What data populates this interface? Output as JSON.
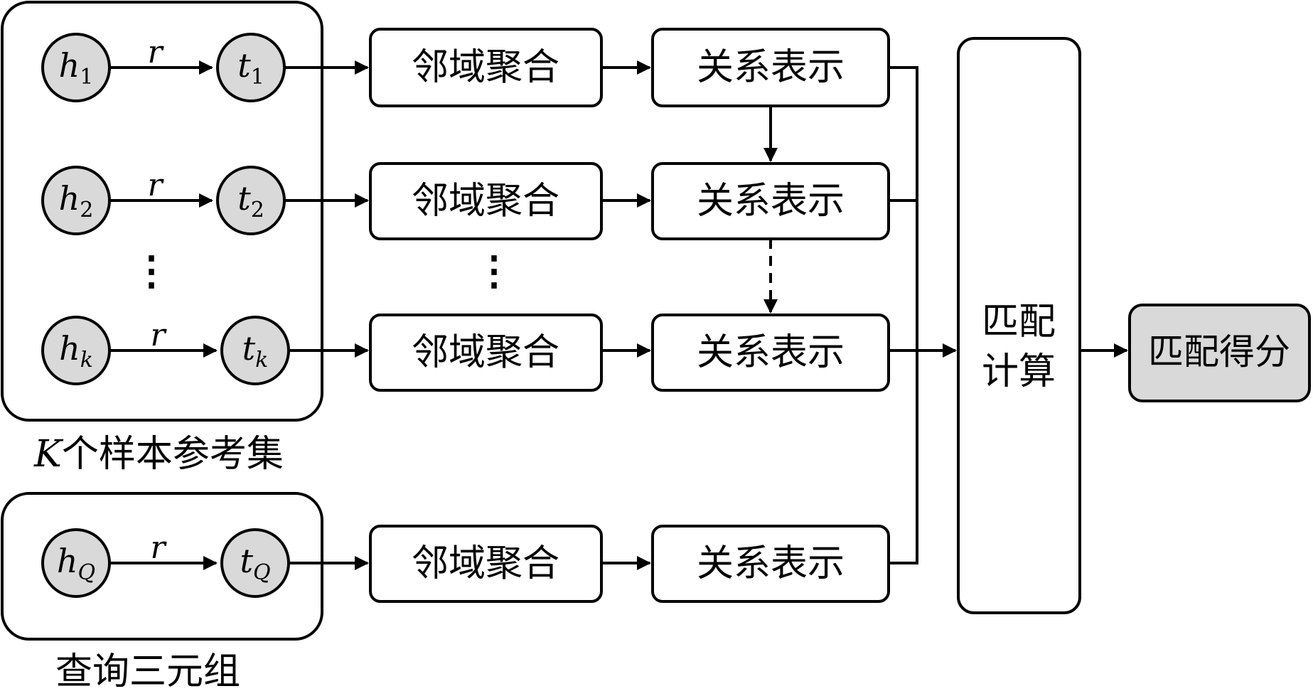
{
  "support_set": {
    "caption_var": "K",
    "caption_text": "个样本参考集",
    "triples": [
      {
        "head": "h",
        "head_sub": "1",
        "relation": "r",
        "tail": "t",
        "tail_sub": "1"
      },
      {
        "head": "h",
        "head_sub": "2",
        "relation": "r",
        "tail": "t",
        "tail_sub": "2"
      },
      {
        "head": "h",
        "head_sub": "k",
        "relation": "r",
        "tail": "t",
        "tail_sub": "k"
      }
    ],
    "ellipsis": "⋮"
  },
  "query_set": {
    "caption": "查询三元组",
    "triple": {
      "head": "h",
      "head_sub": "Q",
      "relation": "r",
      "tail": "t",
      "tail_sub": "Q"
    }
  },
  "aggregation_label": "邻域聚合",
  "representation_label": "关系表示",
  "matching": {
    "line1": "匹配",
    "line2": "计算"
  },
  "output_label": "匹配得分",
  "colors": {
    "node_fill": "#d9d9d9",
    "stroke": "#000000",
    "background": "#ffffff"
  }
}
